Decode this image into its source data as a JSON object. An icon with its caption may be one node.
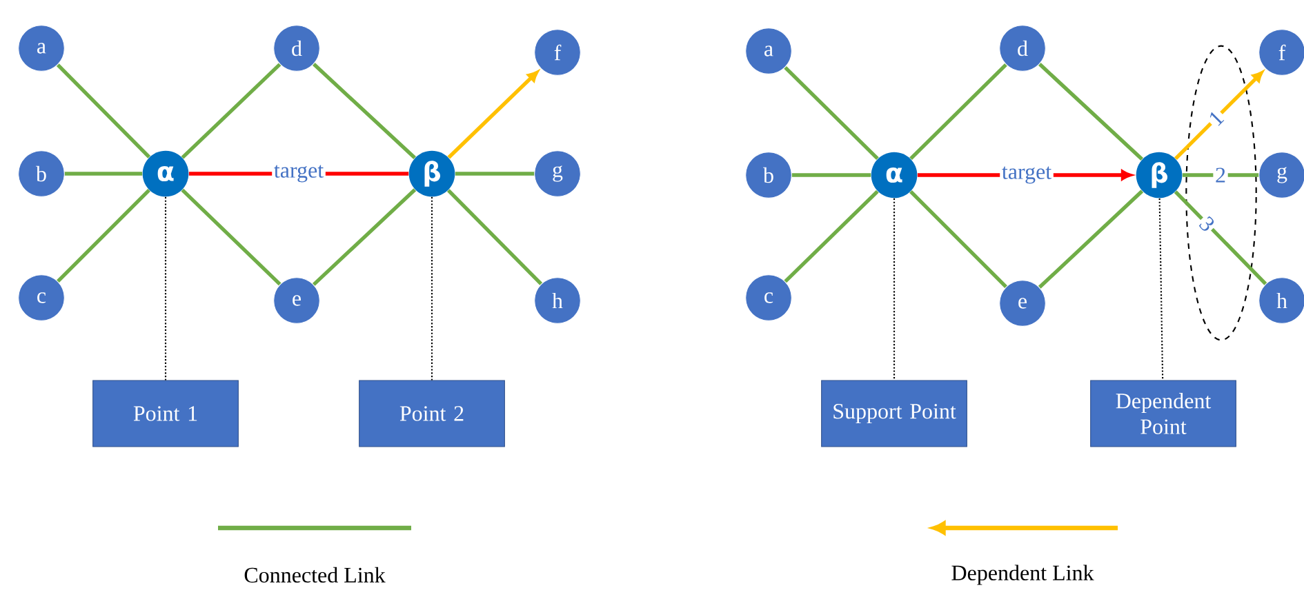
{
  "diagram": {
    "nodes": [
      {
        "text": [
          "a"
        ]
      },
      {
        "text": [
          "b"
        ]
      },
      {
        "text": [
          "c"
        ]
      },
      {
        "text": [
          "α"
        ]
      },
      {
        "text": [
          "d"
        ]
      },
      {
        "text": [
          "e"
        ]
      },
      {
        "text": [
          "β"
        ]
      },
      {
        "text": [
          "f"
        ]
      },
      {
        "text": [
          "g"
        ]
      },
      {
        "text": [
          "h"
        ]
      },
      {
        "text": [
          "Point 1"
        ]
      },
      {
        "text": [
          "Point 2"
        ]
      },
      {
        "text": [
          "a"
        ]
      },
      {
        "text": [
          "b"
        ]
      },
      {
        "text": [
          "c"
        ]
      },
      {
        "text": [
          "α"
        ]
      },
      {
        "text": [
          "d"
        ]
      },
      {
        "text": [
          "e"
        ]
      },
      {
        "text": [
          "β"
        ]
      },
      {
        "text": [
          "f"
        ]
      },
      {
        "text": [
          "g"
        ]
      },
      {
        "text": [
          "h"
        ]
      },
      {
        "text": [
          "Support Point"
        ]
      },
      {
        "text": [
          "Dependent Point"
        ]
      }
    ],
    "edges": [
      {
        "from": 0,
        "to": 3,
        "arrow": "none"
      },
      {
        "from": 1,
        "to": 3,
        "arrow": "none"
      },
      {
        "from": 2,
        "to": 3,
        "arrow": "none"
      },
      {
        "from": 3,
        "to": 4,
        "arrow": "none"
      },
      {
        "from": 3,
        "to": 5,
        "arrow": "none"
      },
      {
        "from": 4,
        "to": 6,
        "arrow": "none"
      },
      {
        "from": 5,
        "to": 6,
        "arrow": "none"
      },
      {
        "from": 3,
        "to": 6,
        "arrow": "none",
        "label": "target",
        "color": "#ff0000"
      },
      {
        "from": 6,
        "to": 7,
        "arrow": "to",
        "color": "#ffc000"
      },
      {
        "from": 6,
        "to": 8,
        "arrow": "none"
      },
      {
        "from": 6,
        "to": 9,
        "arrow": "none"
      },
      {
        "from": 3,
        "to": 10,
        "arrow": "none",
        "style": "dashed",
        "color": "#000000"
      },
      {
        "from": 6,
        "to": 11,
        "arrow": "none",
        "style": "dashed",
        "color": "#000000"
      },
      {
        "from": 12,
        "to": 15,
        "arrow": "none"
      },
      {
        "from": 13,
        "to": 15,
        "arrow": "none"
      },
      {
        "from": 14,
        "to": 15,
        "arrow": "none"
      },
      {
        "from": 15,
        "to": 16,
        "arrow": "none"
      },
      {
        "from": 15,
        "to": 17,
        "arrow": "none"
      },
      {
        "from": 16,
        "to": 18,
        "arrow": "none"
      },
      {
        "from": 17,
        "to": 18,
        "arrow": "none"
      },
      {
        "from": 15,
        "to": 18,
        "arrow": "to",
        "label": "target",
        "color": "#ff0000"
      },
      {
        "from": 18,
        "to": 19,
        "arrow": "to",
        "label": "1",
        "color": "#ffc000"
      },
      {
        "from": 18,
        "to": 20,
        "arrow": "none",
        "label": "2"
      },
      {
        "from": 18,
        "to": 21,
        "arrow": "none",
        "label": "3"
      },
      {
        "from": 15,
        "to": 22,
        "arrow": "none",
        "style": "dashed",
        "color": "#000000"
      },
      {
        "from": 18,
        "to": 23,
        "arrow": "none",
        "style": "dashed",
        "color": "#000000"
      }
    ],
    "legend": [
      {
        "text": "Connected Link"
      },
      {
        "text": "Dependent Link"
      }
    ]
  }
}
